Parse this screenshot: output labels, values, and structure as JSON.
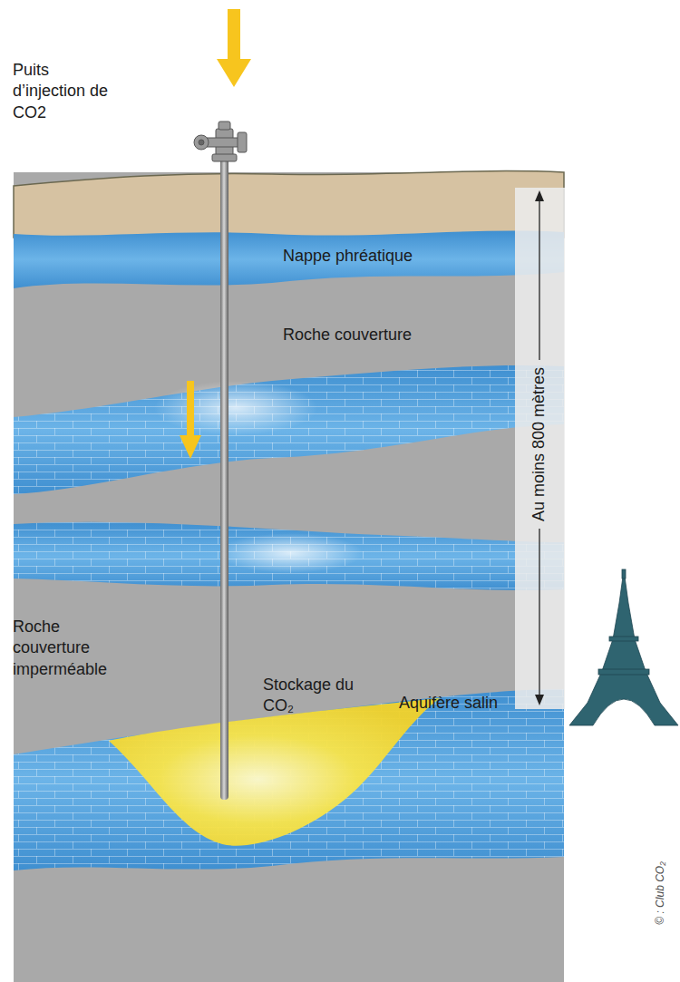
{
  "diagram": {
    "labels": [
      "Puits d’injection de CO2",
      "Nappe phréatique",
      "Roche couverture",
      "Au moins 800 mètres",
      "Roche couverture imperméable",
      "Stockage du CO₂",
      "Aquifère salin",
      "© : Club CO₂"
    ]
  }
}
